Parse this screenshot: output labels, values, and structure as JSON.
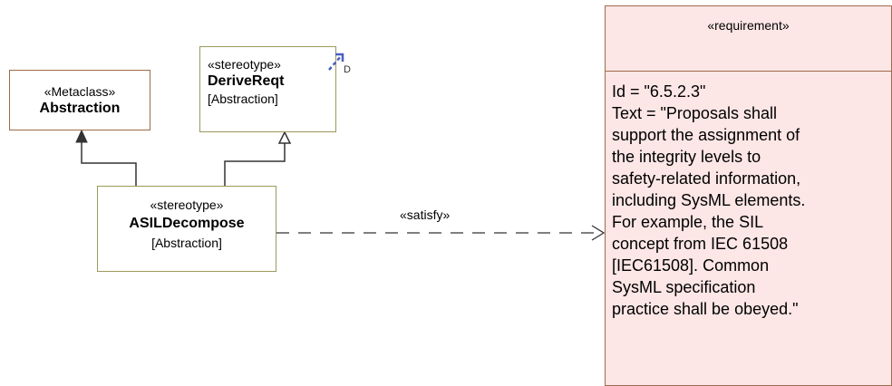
{
  "metaclass": {
    "stereotype": "«Metaclass»",
    "name": "Abstraction"
  },
  "derive_reqt": {
    "stereotype": "«stereotype»",
    "name": "DeriveReqt",
    "metaclass": "[Abstraction]",
    "icon_letter": "D"
  },
  "asil_decompose": {
    "stereotype": "«stereotype»",
    "name": "ASILDecompose",
    "metaclass": "[Abstraction]"
  },
  "satisfy_relation": {
    "label": "«satisfy»"
  },
  "requirement": {
    "stereotype": "«requirement»",
    "id_line": "Id = \"6.5.2.3\"",
    "text_lines": [
      "Text = \"Proposals shall",
      "support the assignment of",
      "the integrity levels to",
      "safety-related information,",
      "including SysML elements.",
      "For example, the SIL",
      "concept from IEC 61508",
      "[IEC61508]. Common",
      "SysML specification",
      "practice shall be obeyed.\""
    ]
  },
  "colors": {
    "metaclass_border": "#a06a4a",
    "stereotype_border": "#9a9a5a",
    "requirement_fill": "#fde6e6",
    "icon_blue": "#4a5fc1"
  }
}
